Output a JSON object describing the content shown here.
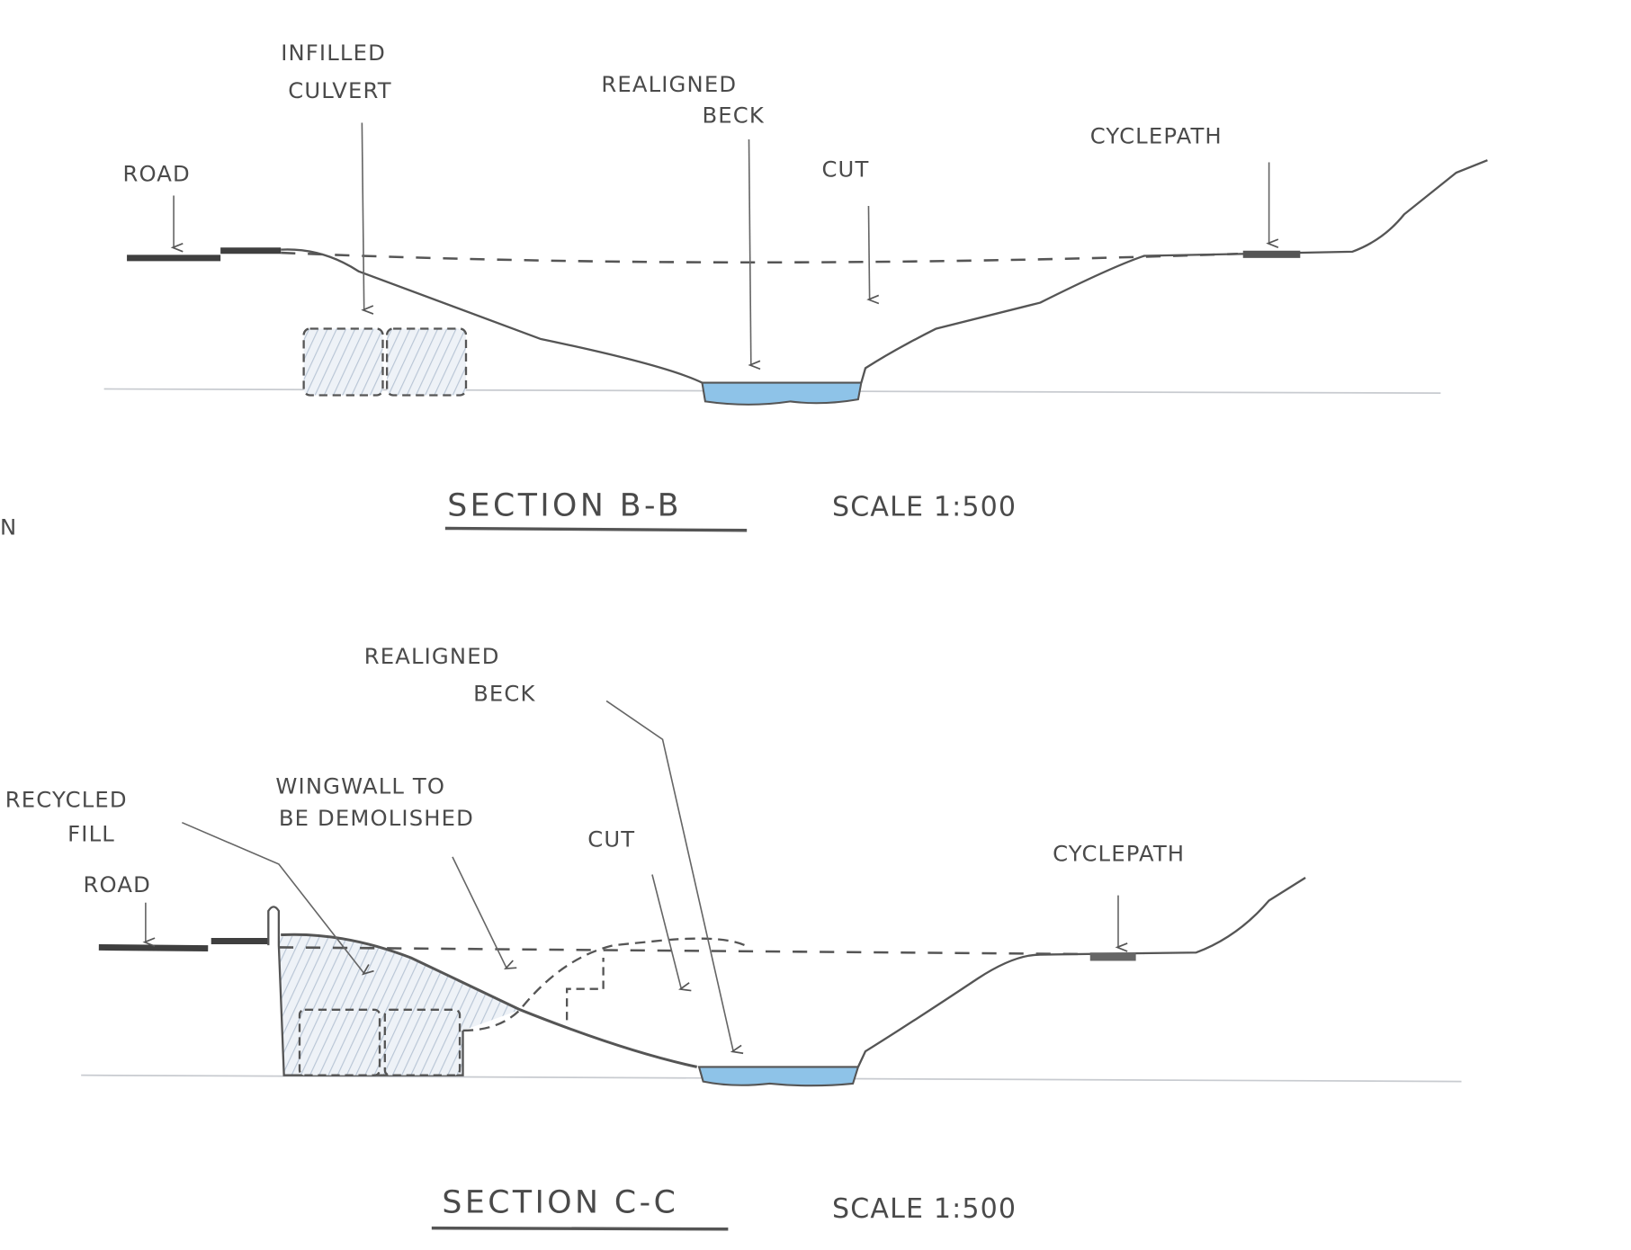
{
  "section_bb": {
    "labels": {
      "road": "ROAD",
      "infilled_1": "INFILLED",
      "infilled_2": "CULVERT",
      "realigned_1": "REALIGNED",
      "realigned_2": "BECK",
      "cut": "CUT",
      "cyclepath": "CYCLEPATH"
    },
    "title": "SECTION B-B",
    "scale": "SCALE 1:500"
  },
  "margin_fragment": "N",
  "section_cc": {
    "labels": {
      "realigned_1": "REALIGNED",
      "realigned_2": "BECK",
      "recycled_1": "RECYCLED",
      "recycled_2": "FILL",
      "wingwall_1": "WINGWALL TO",
      "wingwall_2": "BE DEMOLISHED",
      "cut": "CUT",
      "road": "ROAD",
      "cyclepath": "CYCLEPATH"
    },
    "title": "SECTION C-C",
    "scale": "SCALE 1:500"
  },
  "colors": {
    "water": "#8ec3e8",
    "ink": "#4a4a4a",
    "fill_hatch": "#b9c6d6"
  }
}
